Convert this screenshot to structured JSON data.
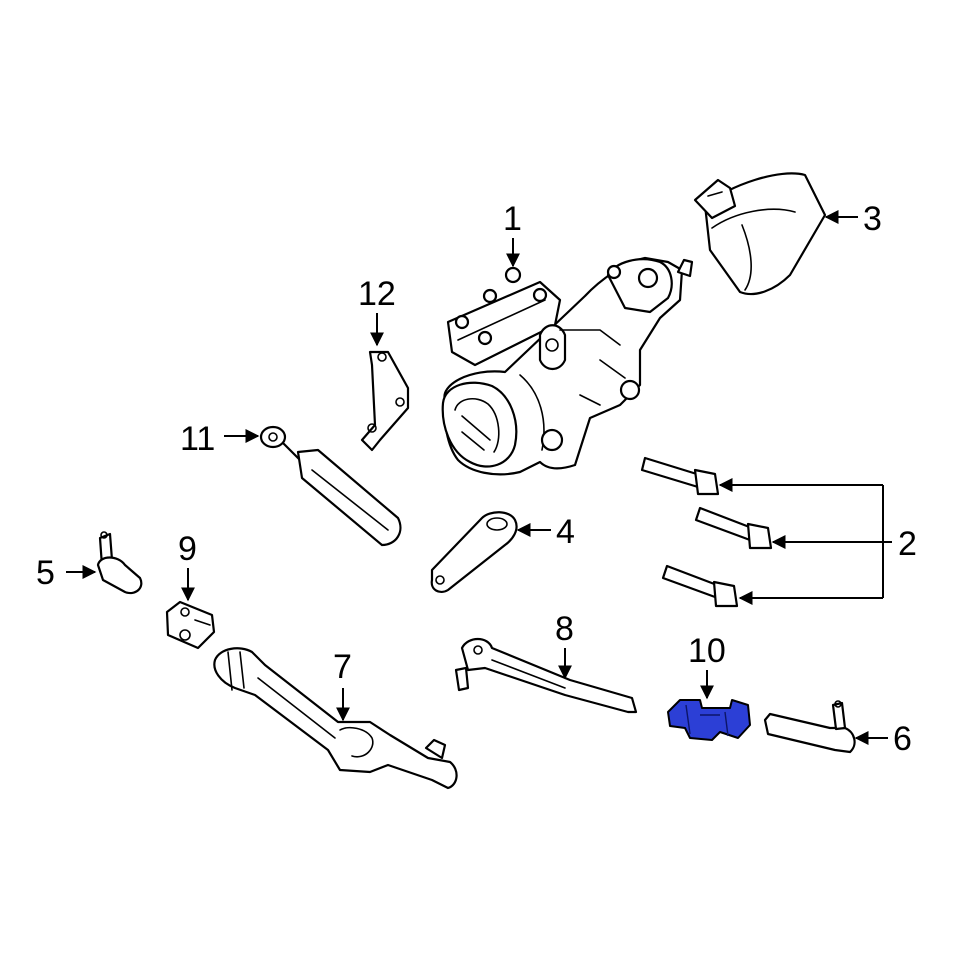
{
  "diagram": {
    "highlight_color": "#2c3fd6",
    "callouts": [
      {
        "id": "c1",
        "label": "1"
      },
      {
        "id": "c2",
        "label": "2"
      },
      {
        "id": "c3",
        "label": "3"
      },
      {
        "id": "c4",
        "label": "4"
      },
      {
        "id": "c5",
        "label": "5"
      },
      {
        "id": "c6",
        "label": "6"
      },
      {
        "id": "c7",
        "label": "7"
      },
      {
        "id": "c8",
        "label": "8"
      },
      {
        "id": "c9",
        "label": "9"
      },
      {
        "id": "c10",
        "label": "10"
      },
      {
        "id": "c11",
        "label": "11"
      },
      {
        "id": "c12",
        "label": "12"
      }
    ]
  }
}
